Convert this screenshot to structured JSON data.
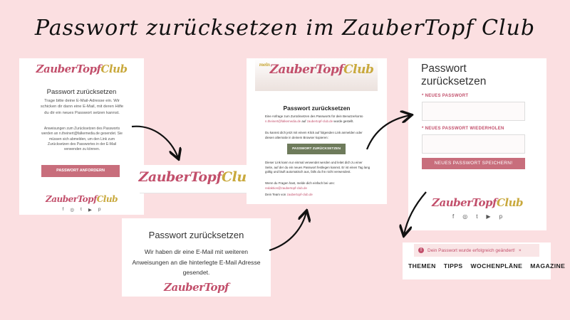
{
  "headline": "Passwort zurücksetzen im ZauberTopf Club",
  "card1": {
    "logo_main": "ZauberTopf",
    "logo_club": "Club",
    "title": "Passwort zurücksetzen",
    "text": "Trage bitte deine E-Mail-Adresse ein. Wir schicken dir dann eine E-Mail, mit deren Hilfe du dir ein neues Passwort setzen kannst.",
    "text2": "Anweisungen zum Zurücksetzen des Passworts werden an n.theinert@falkemedia.de gesendet. Sie müssen sich abmelden, um den Link zum Zurücksetzen des Passwortes in der E-Mail verwenden zu können.",
    "button": "PASSWORT ANFORDERN",
    "footer_logo_main": "ZauberTopf",
    "footer_logo_club": "Club",
    "social": [
      "f",
      "◎",
      "t",
      "▶",
      "p"
    ]
  },
  "card2": {
    "logo_main": "ZauberTopf",
    "logo_club": "Club",
    "title": "Passwort zurücksetzen",
    "text": "Wir haben dir eine E-Mail mit weiteren Anweisungen an die hinterlegte E-Mail Adresse gesendet.",
    "footer_logo": "ZauberTopf"
  },
  "card3": {
    "logo_mein": "mein",
    "logo_main": "ZauberTopf",
    "logo_club": "Club",
    "title": "Passwort zurücksetzen",
    "p1": "Eine Anfrage zum Zurücksetzen des Passworts für dein Benutzerkonto",
    "p1_email": "n.theinert@falkemedia.de",
    "p1_mid": "auf",
    "p1_site": "zaubertopf-club.de",
    "p1_end": "wurde gestellt.",
    "p2": "Du kannst dich jetzt mit einem Klick auf folgenden Link anmelden oder diesen alternativ in deinem Browser kopieren:",
    "button": "PASSWORT ZURÜCKSETZEN",
    "p3": "Dieser Link kann nur einmal verwendet werden und leitet dich zu einer Seite, auf der du ein neues Passwort festlegen kannst. Er ist einen Tag lang gültig und läuft automatisch aus, falls du ihn nicht verwendest.",
    "p4": "Wenn du Fragen hast, melde dich einfach bei uns:",
    "p4_email": "redaktion@zaubertopf-club.de",
    "p5": "Dein Team von",
    "p5_site": "zaubertopf-club.de"
  },
  "card4": {
    "title_line1": "Passwort",
    "title_line2": "zurücksetzen",
    "label_new": "NEUES PASSWORT",
    "label_repeat": "NEUES PASSWORT WIEDERHOLEN",
    "required_mark": "*",
    "button": "NEUES PASSWORT SPEICHERN!",
    "footer_logo_main": "ZauberTopf",
    "footer_logo_club": "Club",
    "social": [
      "f",
      "◎",
      "t",
      "▶",
      "p"
    ]
  },
  "card5": {
    "success": "Dein Passwort wurde erfolgreich geändert!",
    "close": "×",
    "nav": [
      "THEMEN",
      "TIPPS",
      "WOCHENPLÄNE",
      "MAGAZINE"
    ]
  }
}
